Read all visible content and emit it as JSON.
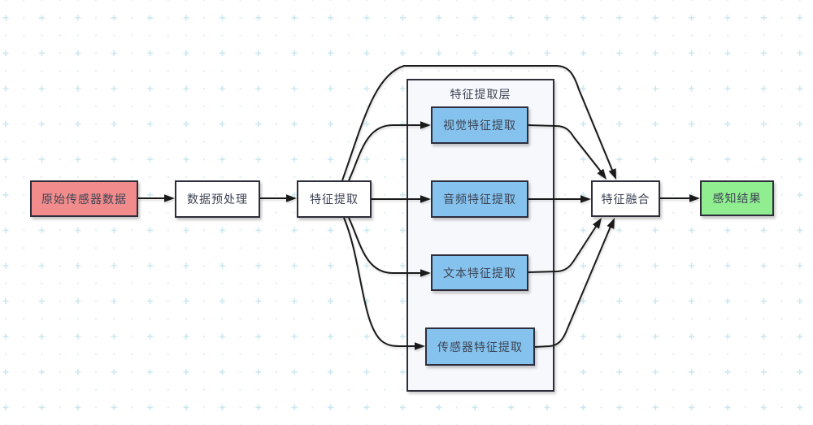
{
  "diagram": {
    "group": {
      "label": "特征提取层",
      "fill": "#F7F8FC"
    },
    "nodes": {
      "raw_sensor_data": {
        "label": "原始传感器数据",
        "fill": "#F28C8C"
      },
      "preprocessing": {
        "label": "数据预处理",
        "fill": "#FFFFFF"
      },
      "feature_extraction": {
        "label": "特征提取",
        "fill": "#FFFFFF"
      },
      "visual_feature": {
        "label": "视觉特征提取",
        "fill": "#85C3EE"
      },
      "audio_feature": {
        "label": "音频特征提取",
        "fill": "#85C3EE"
      },
      "text_feature": {
        "label": "文本特征提取",
        "fill": "#85C3EE"
      },
      "sensor_feature": {
        "label": "传感器特征提取",
        "fill": "#85C3EE"
      },
      "feature_fusion": {
        "label": "特征融合",
        "fill": "#FFFFFF"
      },
      "perception_result": {
        "label": "感知结果",
        "fill": "#90EE90"
      }
    },
    "edges": [
      {
        "from": "raw_sensor_data",
        "to": "preprocessing"
      },
      {
        "from": "preprocessing",
        "to": "feature_extraction"
      },
      {
        "from": "feature_extraction",
        "to": "visual_feature"
      },
      {
        "from": "feature_extraction",
        "to": "audio_feature"
      },
      {
        "from": "feature_extraction",
        "to": "text_feature"
      },
      {
        "from": "feature_extraction",
        "to": "sensor_feature"
      },
      {
        "from": "feature_extraction",
        "to": "feature_fusion"
      },
      {
        "from": "visual_feature",
        "to": "feature_fusion"
      },
      {
        "from": "audio_feature",
        "to": "feature_fusion"
      },
      {
        "from": "text_feature",
        "to": "feature_fusion"
      },
      {
        "from": "sensor_feature",
        "to": "feature_fusion"
      },
      {
        "from": "feature_fusion",
        "to": "perception_result"
      }
    ],
    "colors": {
      "node_border": "#2D2D3B",
      "edge_stroke": "#1A1A1A",
      "text": "#3D4354",
      "grid_plus": "#CDE8F0",
      "grid_dot": "#DAEEF4",
      "canvas_bg": "#FFFFFF"
    }
  }
}
